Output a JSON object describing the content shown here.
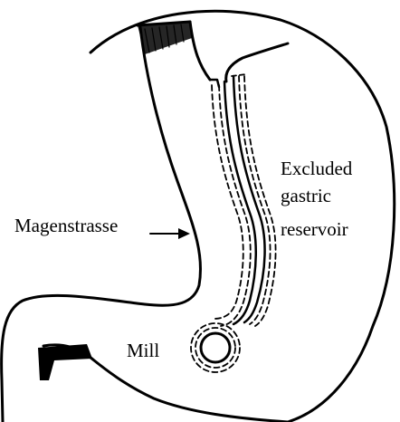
{
  "labels": {
    "magenstrasse": "Magenstrasse",
    "excluded_line1": "Excluded",
    "excluded_line2": "gastric",
    "excluded_line3": "reservoir",
    "mill": "Mill"
  }
}
